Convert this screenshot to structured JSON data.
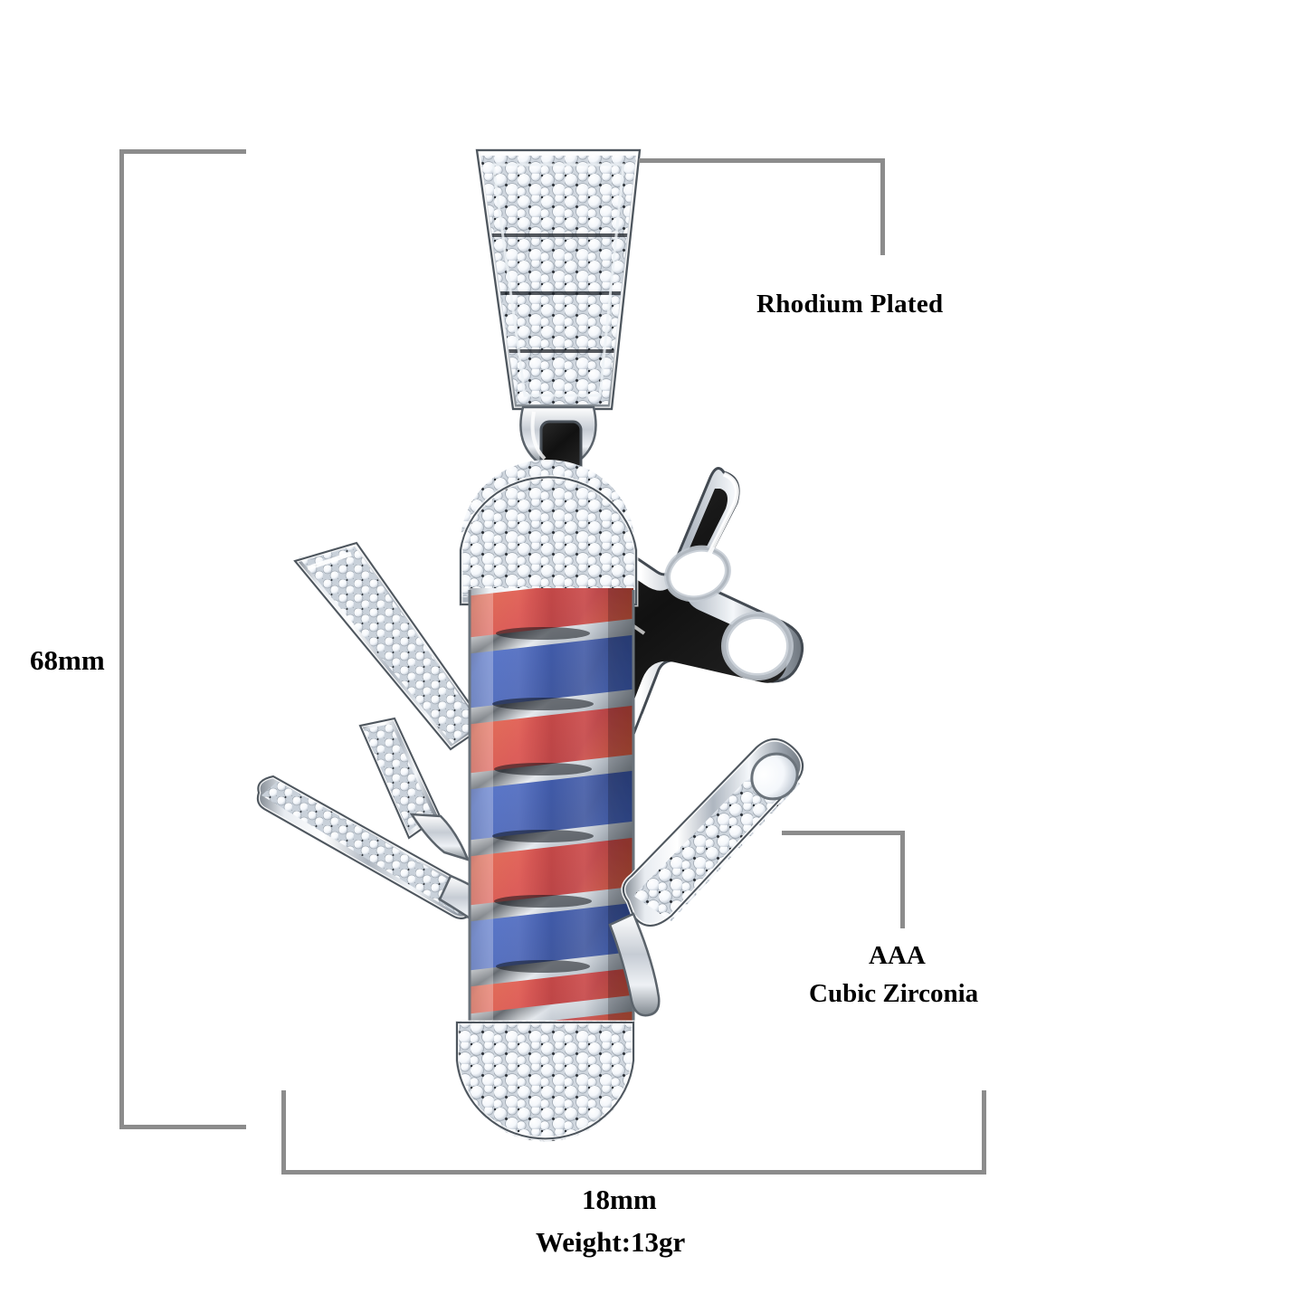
{
  "product": {
    "type": "barber-pole-pendant",
    "annotations": {
      "rhodium": "Rhodium Plated",
      "stone_grade": "AAA",
      "stone_type": "Cubic Zirconia",
      "height": "68mm",
      "width": "18mm",
      "weight": "Weight:13gr"
    },
    "colors": {
      "metal_light": "#f2f4f7",
      "metal_mid": "#b9c0c9",
      "metal_dark": "#6d757e",
      "enamel_red": "#cc1818",
      "enamel_blue": "#11339e",
      "enamel_black": "#141414",
      "stone_white": "#ffffff",
      "guide_line": "#8c8c8c",
      "text": "#000000",
      "background": "#ffffff"
    },
    "parts": [
      {
        "name": "bail",
        "finish": "pave-cubic-zirconia"
      },
      {
        "name": "top-dome-cap",
        "finish": "pave-cubic-zirconia"
      },
      {
        "name": "striped-pole",
        "finish": "red-blue-enamel"
      },
      {
        "name": "bottom-dome-cap",
        "finish": "pave-cubic-zirconia"
      },
      {
        "name": "scissors",
        "finish": "black-enamel"
      },
      {
        "name": "comb",
        "finish": "pave-cubic-zirconia"
      },
      {
        "name": "left-razor",
        "finish": "pave-cubic-zirconia"
      },
      {
        "name": "small-razor",
        "finish": "pave-cubic-zirconia"
      },
      {
        "name": "right-razor",
        "finish": "pave-cubic-zirconia"
      }
    ],
    "stripes": [
      "red",
      "blue",
      "red",
      "blue",
      "red",
      "blue",
      "red",
      "blue",
      "red",
      "blue"
    ]
  }
}
